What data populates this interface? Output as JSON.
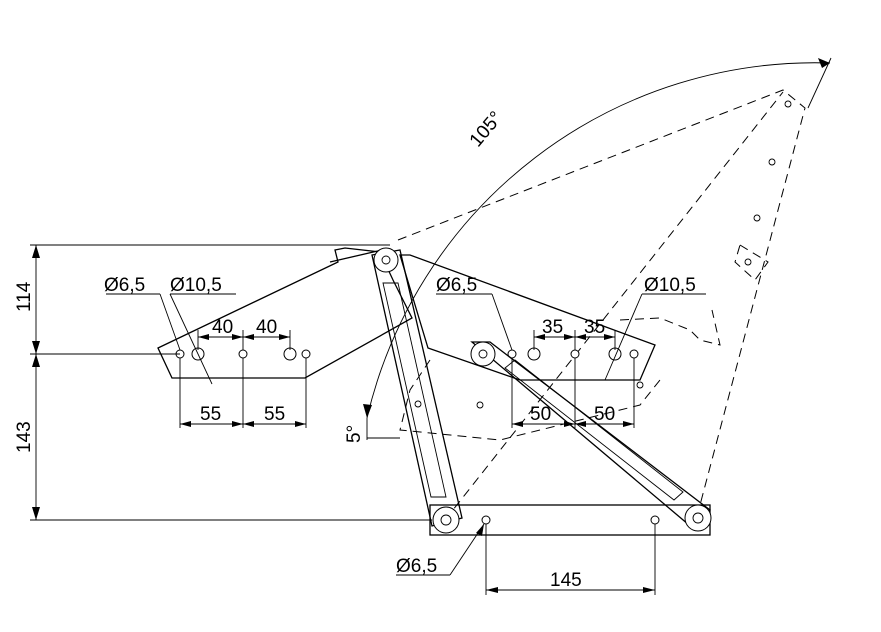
{
  "dimensions": {
    "angle_open": "105°",
    "angle_small": "5°",
    "height_upper": "114",
    "height_lower": "143",
    "left_hole_small": "Ø6,5",
    "left_hole_large": "Ø10,5",
    "left_spacing_a": "40",
    "left_spacing_b": "40",
    "left_spacing_c": "55",
    "left_spacing_d": "55",
    "right_hole_small": "Ø6,5",
    "right_hole_large": "Ø10,5",
    "right_spacing_a": "35",
    "right_spacing_b": "35",
    "right_spacing_c": "50",
    "right_spacing_d": "50",
    "base_hole": "Ø6,5",
    "base_spacing": "145"
  }
}
